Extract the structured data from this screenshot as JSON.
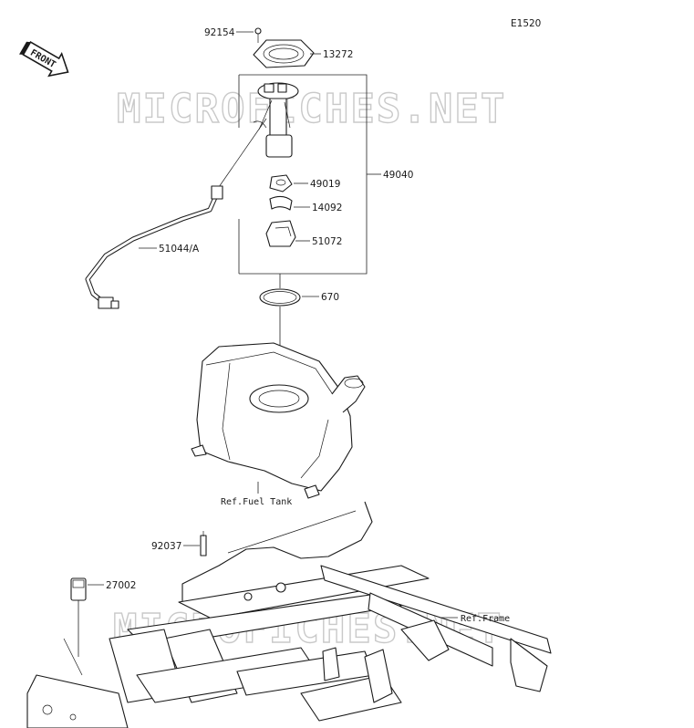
{
  "diagram_code": "E1520",
  "front_label": "FRONT",
  "watermark": "MICROFICHES.NET",
  "parts": {
    "p92154": "92154",
    "p13272": "13272",
    "p49040": "49040",
    "p49019": "49019",
    "p14092": "14092",
    "p51072": "51072",
    "p51044A": "51044/A",
    "p670": "670",
    "p92037": "92037",
    "p27002": "27002"
  },
  "refs": {
    "fuel_tank": "Ref.Fuel Tank",
    "frame": "Ref.Frame"
  }
}
